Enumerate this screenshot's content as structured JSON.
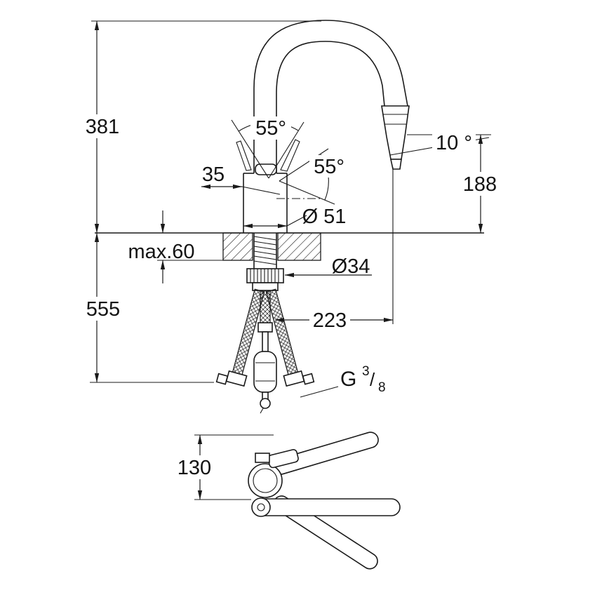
{
  "labels": {
    "total_height": "381",
    "below_deck_height": "555",
    "outlet_height": "188",
    "reach": "223",
    "width_35": "35",
    "base_diameter": "Ø 51",
    "hole_diameter": "Ø34",
    "max_thickness": "max.60",
    "swivel_left": "55°",
    "swivel_right": "55°",
    "spray_angle": "10 °",
    "thread_g": "G",
    "thread_num": "3",
    "thread_slash": "/",
    "thread_den": "8",
    "topview_offset": "130"
  },
  "colors": {
    "line": "#1a1a1a",
    "background": "#ffffff"
  }
}
